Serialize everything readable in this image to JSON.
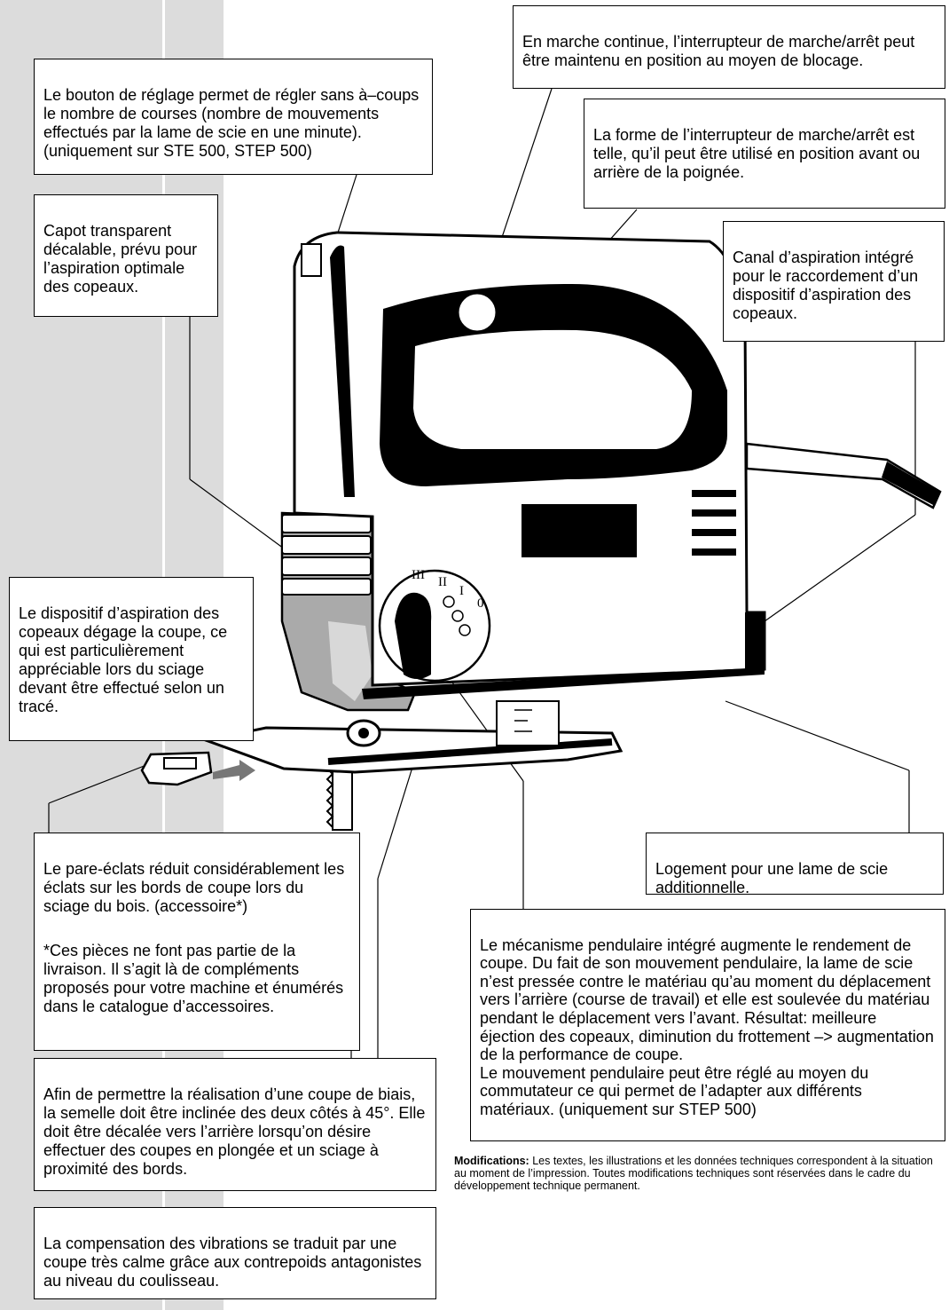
{
  "callouts": {
    "speed_dial": "Le bouton de réglage permet de régler sans à–coups le nombre de courses (nombre de mouvements effectués par la lame de scie en une minute).\n(uniquement sur STE 500, STEP 500)",
    "lock_on": "En marche continue, l’interrupteur de marche/arrêt peut être maintenu en position au moyen de blocage.",
    "switch_shape": "La forme de l’interrupteur de marche/arrêt est telle, qu’il peut être utilisé en position avant ou arrière de la poignée.",
    "hood": "Capot transparent décalable, prévu pour l’aspiration optimale des copeaux.",
    "dust_channel": "Canal d’aspiration intégré pour le raccordement d’un dispositif d’aspiration des copeaux.",
    "blower": "Le dispositif d’aspiration des copeaux dégage la coupe, ce qui est particulièrement appréciable lors du sciage devant être effectué selon un tracé.",
    "splinter_guard": "Le pare-éclats réduit considérablement les éclats sur les bords de coupe lors du sciage du bois. (accessoire*)",
    "splinter_note": "*Ces pièces ne font pas partie de la livraison. Il s’agit là de compléments proposés pour votre machine et énumérés dans le catalogue d’accessoires.",
    "blade_storage": "Logement pour une lame de scie additionnelle.",
    "pendulum": "Le mécanisme pendulaire intégré  augmente le rendement de coupe. Du fait de son mouvement pendulaire, la lame de scie n’est pressée contre le matériau qu’au moment du déplacement vers l’arrière (course de travail) et elle est soulevée du matériau pendant le déplacement vers l’avant. Résultat: meilleure éjection des copeaux, diminution du frottement –> augmentation de la performance de coupe.\nLe mouvement pendulaire peut être réglé au moyen du commutateur ce qui permet de l’adapter aux différents matériaux. (uniquement sur STEP 500)",
    "bevel": "Afin de permettre la réalisation d’une coupe de biais, la semelle doit être inclinée des deux côtés à 45°. Elle doit être décalée vers l’arrière lorsqu’on désire effectuer des coupes en plongée et un sciage à proximité des bords.",
    "vibration": "La compensation des vibrations se traduit par une coupe très calme grâce aux contrepoids antagonistes au niveau du coulisseau."
  },
  "dial_marks": [
    "III",
    "II",
    "I",
    "0"
  ],
  "footer": {
    "label": "Modifications:",
    "text": " Les textes, les illustrations et les données techniques correspondent à la situation au moment de l’impression. Toutes modifications techniques sont réservées dans le cadre du développement technique permanent."
  }
}
